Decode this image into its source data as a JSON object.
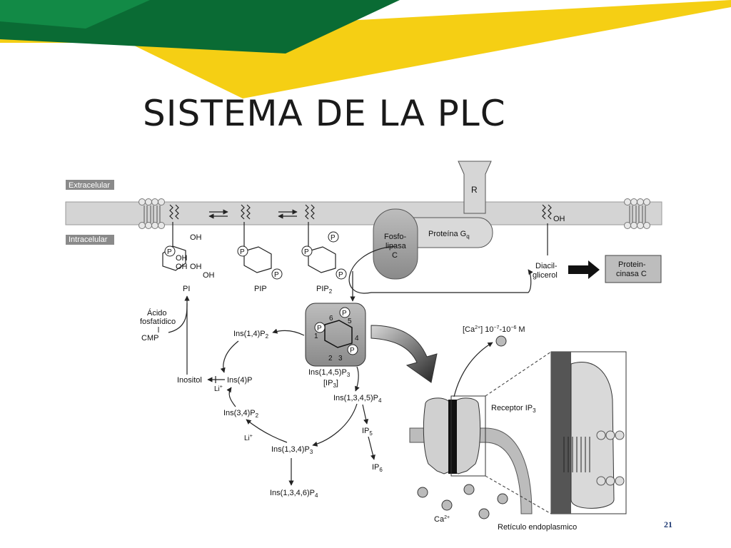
{
  "slide": {
    "title": "SISTEMA DE LA PLC",
    "number": "21",
    "colors": {
      "banner_green": "#0a6b34",
      "banner_yellow": "#f5cf14"
    }
  },
  "diagram": {
    "extracelular": "Extracelular",
    "intracelular": "Intracelular",
    "receptor": "R",
    "oh_membrane": "OH",
    "fosfolipasa": [
      "Fosfo-",
      "lipasa",
      "C"
    ],
    "proteina_gq": "Proteína G",
    "proteina_gq_sub": "q",
    "diacilglicerol": [
      "Diacil-",
      "glicerol"
    ],
    "proteincinasa": [
      "Protein-",
      "cinasa C"
    ],
    "pi_label": "PI",
    "pip_label": "PIP",
    "pip2_label": "PIP",
    "pip2_sub": "2",
    "pi_oh": [
      "OH",
      "OH",
      "OH",
      "OH",
      "OH"
    ],
    "phosphate": "P",
    "acido": [
      "Ácido",
      "fosfatídico",
      "CMP"
    ],
    "ring_numbers": [
      "6",
      "5",
      "1",
      "4",
      "2",
      "3"
    ],
    "ins145p3": "Ins(1,4,5)P",
    "ins145p3_sub": "3",
    "ip3_bracket": "[IP",
    "ip3_bracket_sub": "3",
    "ip3_bracket_end": "]",
    "ins14p2": "Ins(1,4)P",
    "ins14p2_sub": "2",
    "inositol": "Inositol",
    "ins4p": "Ins(4)P",
    "li": "Li",
    "li_sup": "+",
    "ins34p2": "Ins(3,4)P",
    "ins34p2_sub": "2",
    "ins134p3": "Ins(1,3,4)P",
    "ins134p3_sub": "3",
    "ins1346p4": "Ins(1,3,4,6)P",
    "ins1346p4_sub": "4",
    "ins1345p4": "Ins(1,3,4,5)P",
    "ins1345p4_sub": "4",
    "ip5": "IP",
    "ip5_sub": "5",
    "ip6": "IP",
    "ip6_sub": "6",
    "ca_conc": "[Ca",
    "ca_conc_sup": "2+",
    "ca_conc_rest": "] 10",
    "ca_exp1": "−7",
    "ca_dash": "-10",
    "ca_exp2": "−6",
    "ca_unit": " M",
    "receptor_ip3": "Receptor IP",
    "receptor_ip3_sub": "3",
    "ca_ion": "Ca",
    "ca_ion_sup": "2+",
    "reticulo": "Retículo endoplasmico"
  }
}
